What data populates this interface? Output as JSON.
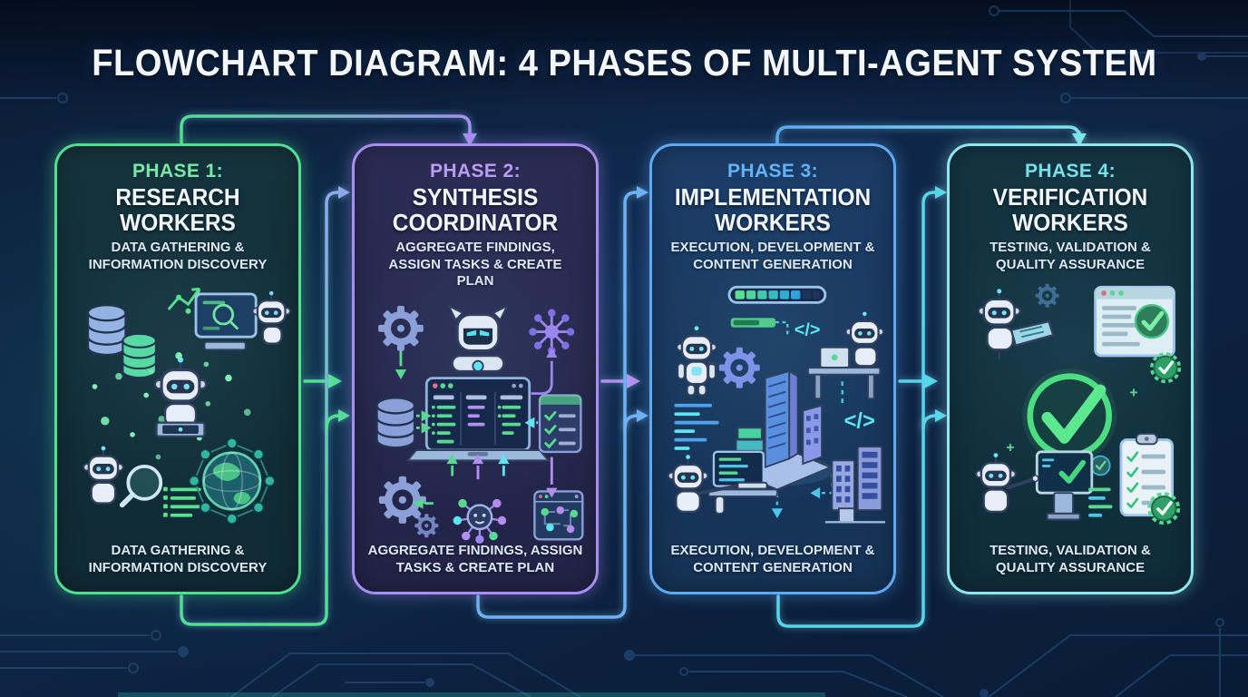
{
  "title": "FLOWCHART DIAGRAM: 4 PHASES OF MULTI-AGENT SYSTEM",
  "code_glyph_note": "code tag glyph shown twice inside phase 3 artwork",
  "phases": [
    {
      "label": "PHASE 1:",
      "name": "RESEARCH WORKERS",
      "subtitle": "DATA GATHERING & INFORMATION DISCOVERY",
      "caption": "DATA GATHERING & INFORMATION DISCOVERY",
      "colors": {
        "border": "#4fe08f",
        "label": "#79e8a6",
        "glow": "rgba(79,224,143,0.45)",
        "bg_top": "#15333d",
        "bg_bottom": "#0f2a35"
      },
      "icons": [
        "database-icon",
        "trend-arrow-icon",
        "robot-monitor-icon",
        "network-robot-icon",
        "magnifier-robot-icon",
        "globe-network-icon"
      ]
    },
    {
      "label": "PHASE 2:",
      "name": "SYNTHESIS COORDINATOR",
      "subtitle": "AGGREGATE FINDINGS, ASSIGN TASKS & CREATE PLAN",
      "caption": "AGGREGATE FINDINGS, ASSIGN TASKS & CREATE PLAN",
      "colors": {
        "border": "#a98df2",
        "label": "#bb9cf4",
        "glow": "rgba(169,141,242,0.45)",
        "bg_top": "#2b2c55",
        "bg_bottom": "#222347"
      },
      "icons": [
        "gear-icon",
        "coordinator-robot-icon",
        "hub-node-icon",
        "database-icon",
        "task-table-laptop-icon",
        "checklist-icon",
        "gears-icon",
        "hub-robot-icon",
        "flowchart-window-icon"
      ]
    },
    {
      "label": "PHASE 3:",
      "name": "IMPLEMENTATION WORKERS",
      "subtitle": "EXECUTION, DEVELOPMENT & CONTENT GENERATION",
      "caption": "EXECUTION, DEVELOPMENT & CONTENT GENERATION",
      "code_glyph": "</>",
      "colors": {
        "border": "#5fa9f4",
        "label": "#64b1f6",
        "glow": "rgba(95,169,244,0.45)",
        "bg_top": "#1b3d67",
        "bg_bottom": "#153255"
      },
      "icons": [
        "progress-bar-icon",
        "robot-gear-icon",
        "code-tag-icon",
        "robot-desk-icon",
        "code-lines-icon",
        "buildings-icon",
        "robot-workstation-icon",
        "server-towers-icon"
      ]
    },
    {
      "label": "PHASE 4:",
      "name": "VERIFICATION WORKERS",
      "subtitle": "TESTING, VALIDATION & QUALITY ASSURANCE",
      "caption": "TESTING, VALIDATION & QUALITY ASSURANCE",
      "colors": {
        "border": "#8fe7ee",
        "label": "#76e0ea",
        "glow": "rgba(143,231,238,0.45)",
        "bg_top": "#143442",
        "bg_bottom": "#0f2c39"
      },
      "icons": [
        "robot-tablet-icon",
        "gear-icon",
        "approved-doc-icon",
        "badge-check-icon",
        "big-check-icon",
        "robot-monitor-check-icon",
        "clipboard-checklist-icon",
        "shield-check-icon",
        "code-lines-icon"
      ]
    }
  ],
  "connectors": [
    "phase1-top-to-phase2-top",
    "phase1-right-to-phase2-left",
    "phase1-bottom-loop-to-phase2-left",
    "phase2-right-to-phase3-left",
    "phase2-bottom-loop-to-phase3-left",
    "phase3-top-to-phase4-top",
    "phase3-right-to-phase4-left",
    "phase3-bottom-loop-to-phase4-left"
  ]
}
